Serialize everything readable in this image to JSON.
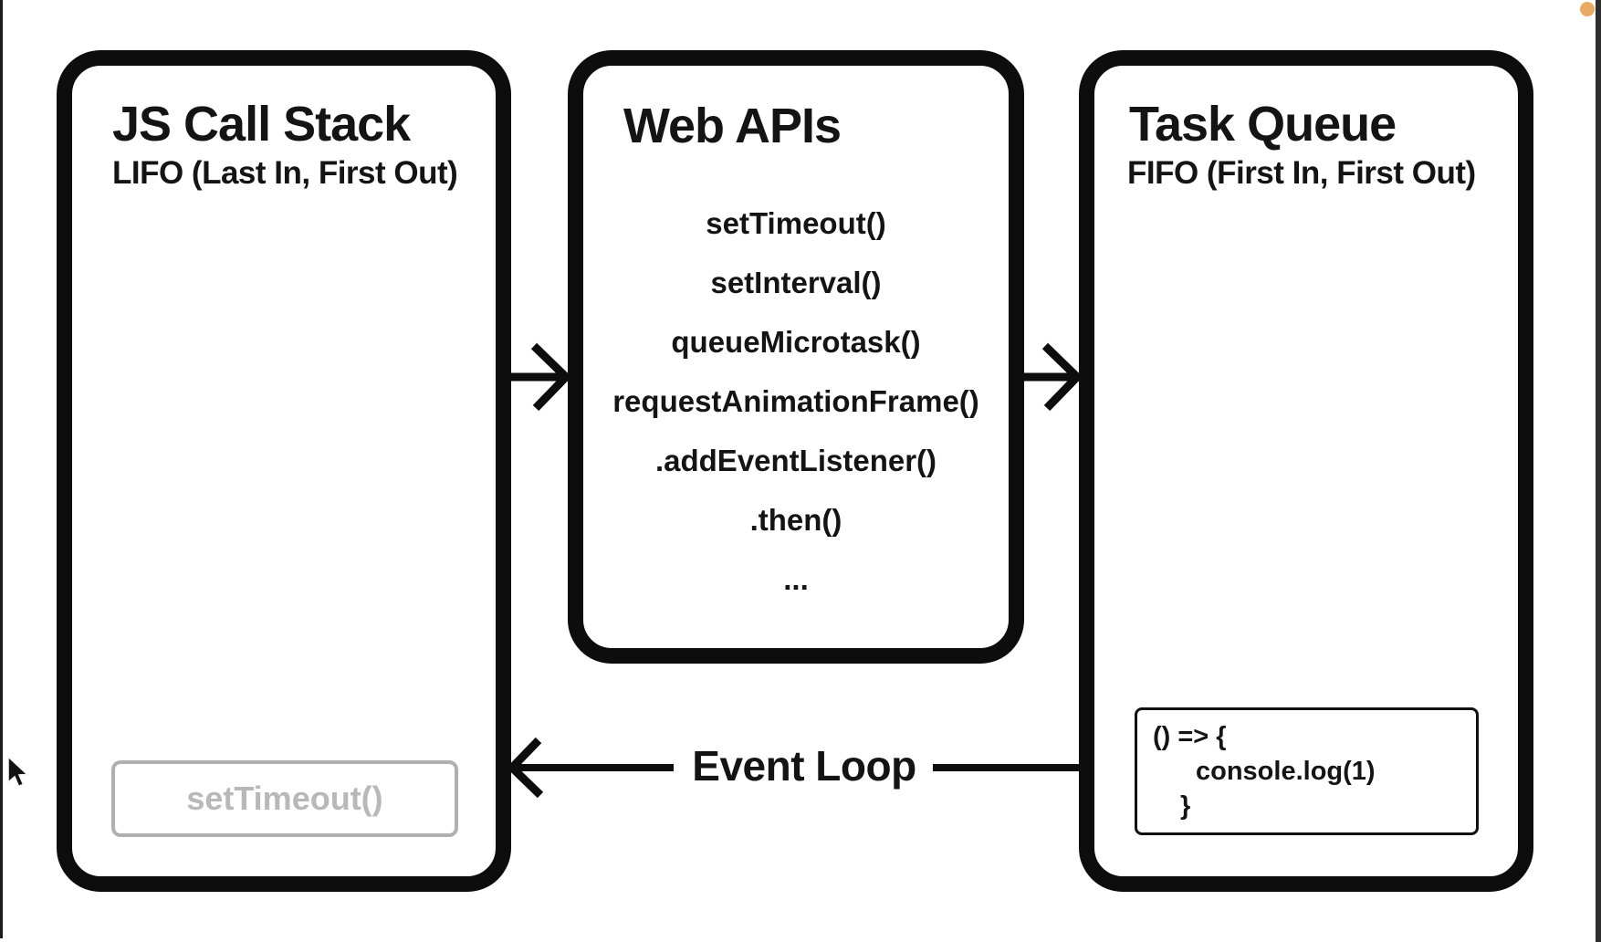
{
  "call_stack": {
    "title": "JS Call Stack",
    "subtitle": "LIFO (Last In, First Out)",
    "frame": {
      "label": "setTimeout()"
    }
  },
  "web_apis": {
    "title": "Web APIs",
    "items": [
      "setTimeout()",
      "setInterval()",
      "queueMicrotask()",
      "requestAnimationFrame()",
      ".addEventListener()",
      ".then()",
      "..."
    ]
  },
  "task_queue": {
    "title": "Task Queue",
    "subtitle": "FIFO (First In, First Out)",
    "code": {
      "line1": "() => {",
      "line2": "console.log(1)",
      "line3": "}"
    }
  },
  "event_loop": {
    "label": "Event Loop"
  },
  "colors": {
    "ink": "#0d0d0d",
    "disabled_border": "#b0b0b0",
    "disabled_text": "#b8b8b8",
    "accent_dot": "#e7aa62"
  }
}
